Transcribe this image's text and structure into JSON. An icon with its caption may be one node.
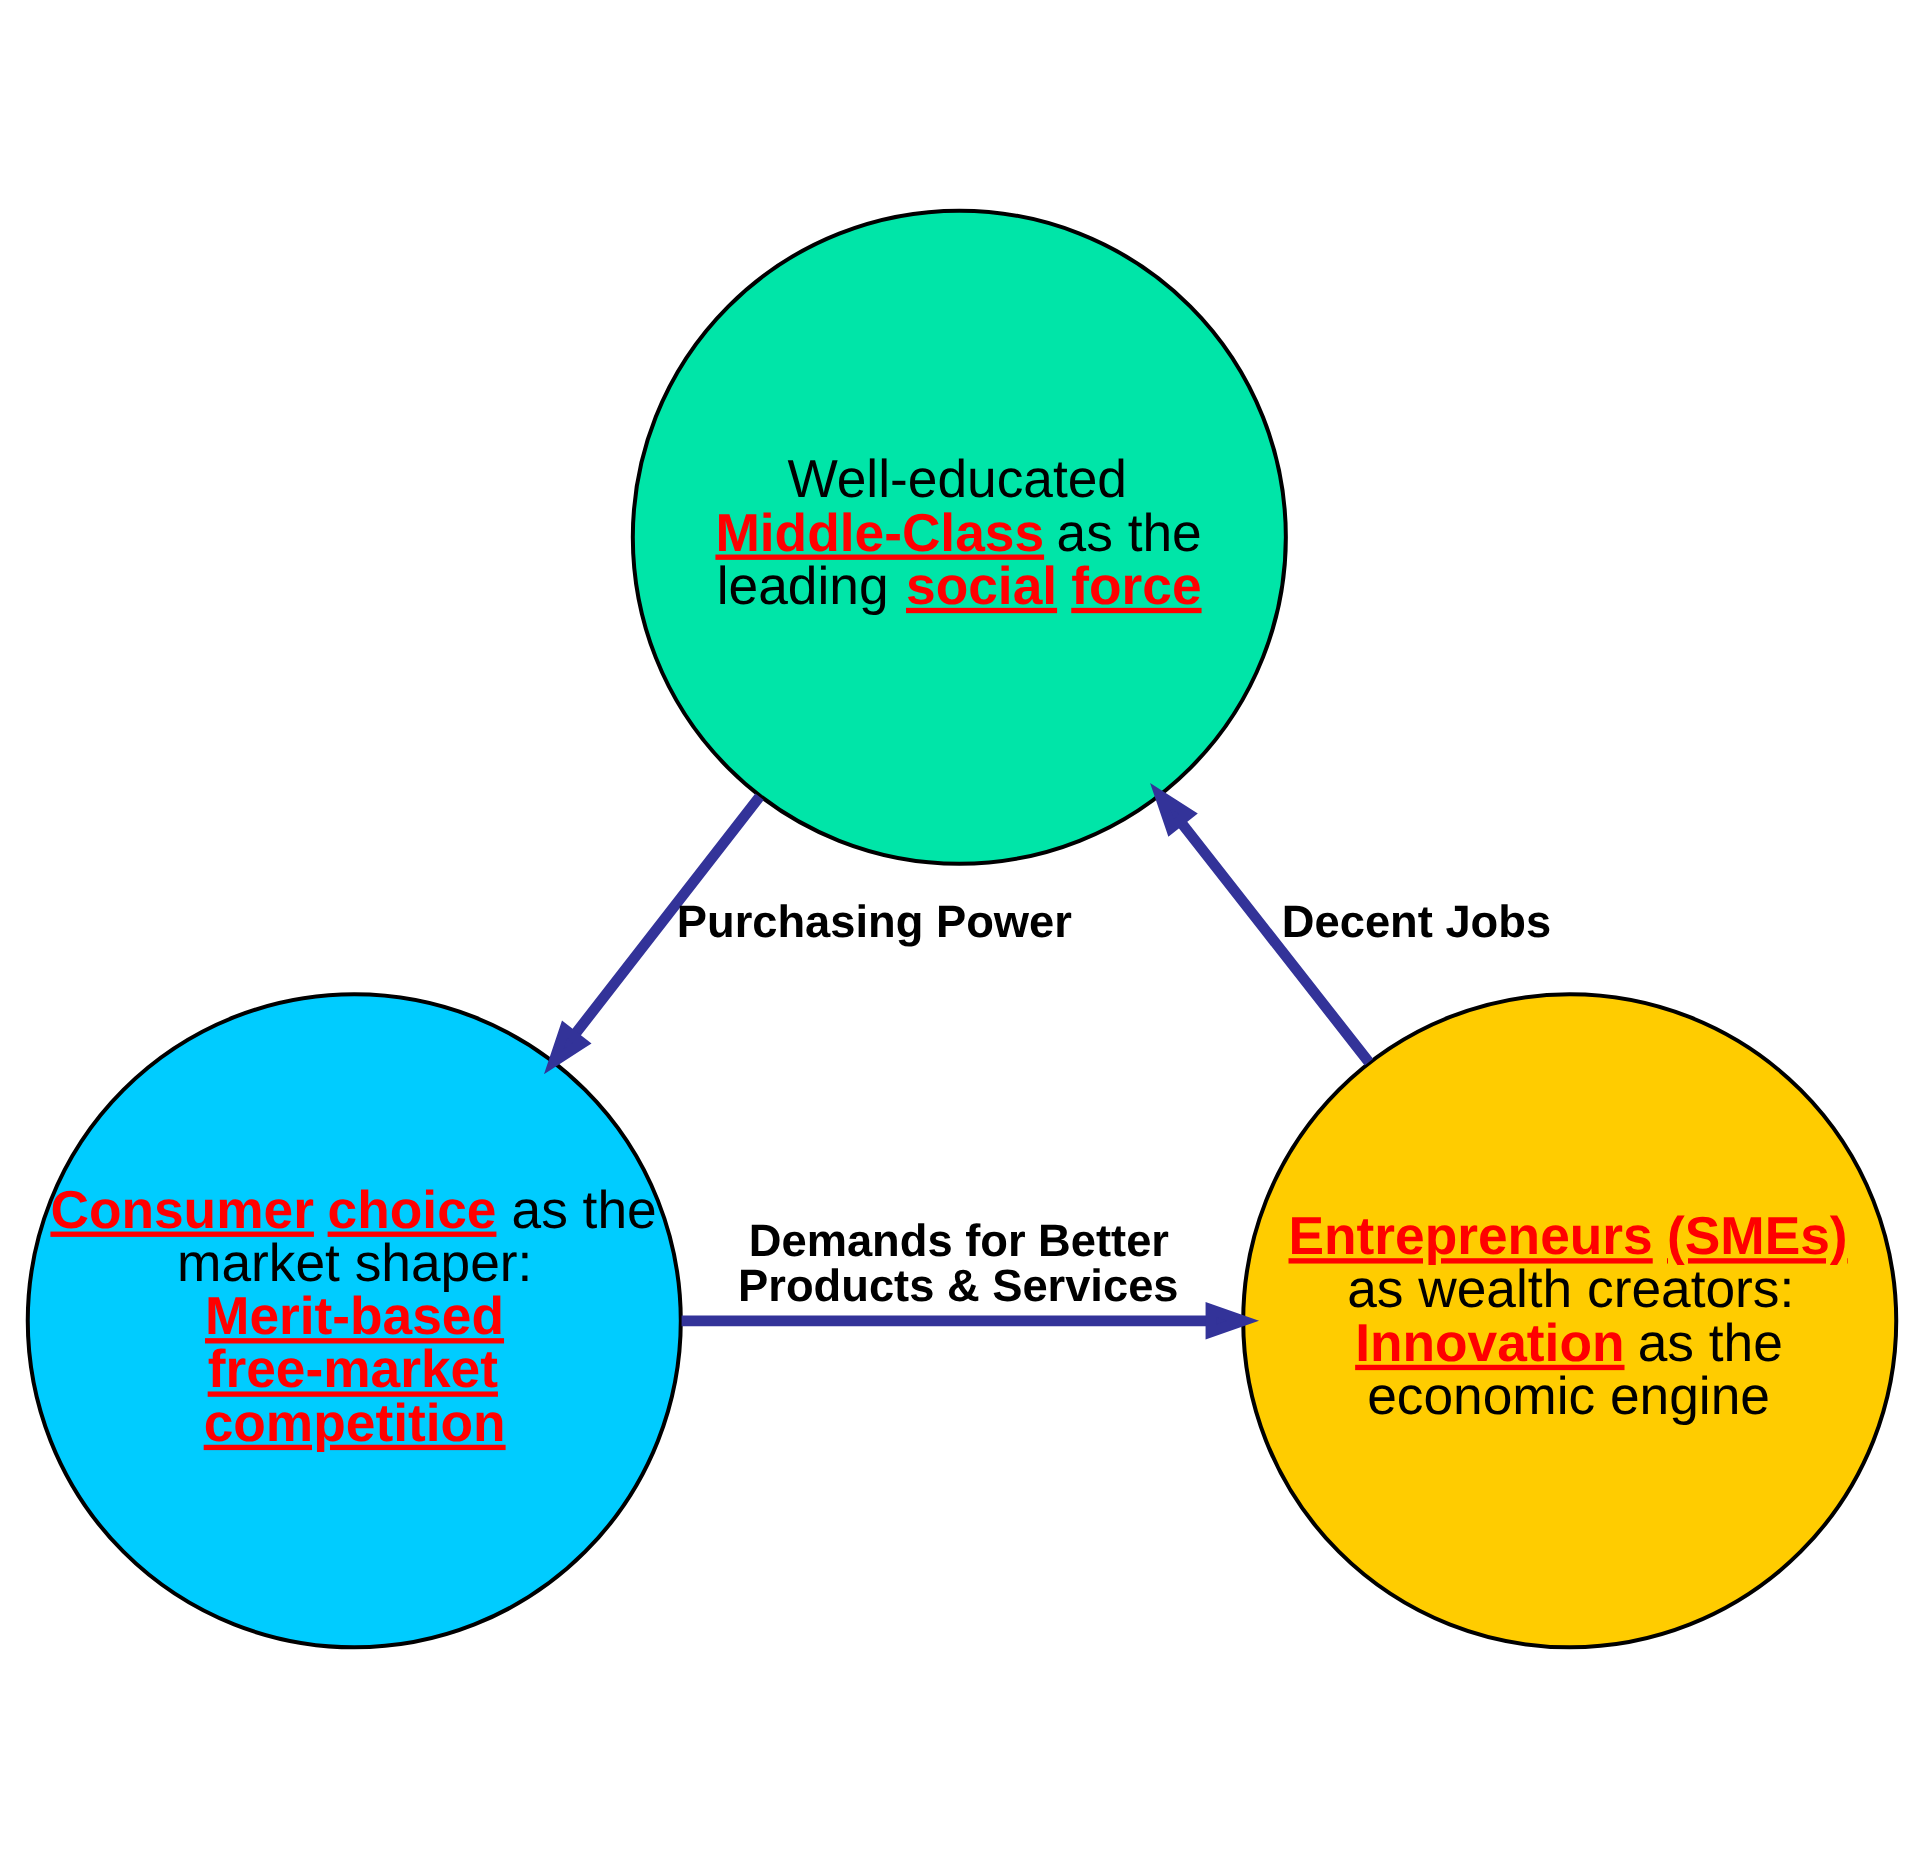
{
  "diagram": {
    "nodes": [
      {
        "text": [
          "Well-educated **Middle-Class** as the leading **social force**"
        ]
      },
      {
        "text": [
          "**Consumer choice** as the market shaper:",
          "**Merit-based free-market competition**"
        ]
      },
      {
        "text": [
          "**Entrepreneurs (SMEs)** as wealth creators:",
          "**Innovation** as the economic engine"
        ]
      }
    ],
    "edges": [
      {
        "from": 0,
        "to": 1,
        "arrow": "to",
        "label": "Purchasing Power"
      },
      {
        "from": 1,
        "to": 2,
        "arrow": "to",
        "label": "Demands for Better Products & Services"
      },
      {
        "from": 2,
        "to": 0,
        "arrow": "to",
        "label": "Decent Jobs"
      }
    ]
  }
}
